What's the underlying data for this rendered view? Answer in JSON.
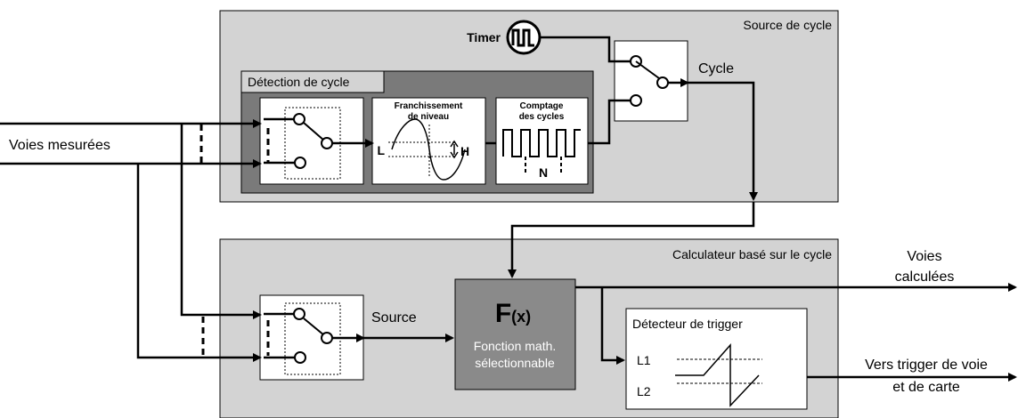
{
  "source_panel": {
    "title": "Source de cycle"
  },
  "timer": {
    "label": "Timer"
  },
  "cycle_output": {
    "label": "Cycle"
  },
  "detection_panel": {
    "title": "Détection de cycle"
  },
  "crossing_block": {
    "title_line1": "Franchissement",
    "title_line2": "de niveau",
    "low": "L",
    "high": "H"
  },
  "counting_block": {
    "title_line1": "Comptage",
    "title_line2": "des cycles",
    "n": "N"
  },
  "inputs": {
    "label": "Voies mesurées"
  },
  "calc_panel": {
    "title": "Calculateur basé sur le cycle"
  },
  "source_switch": {
    "label": "Source"
  },
  "function_block": {
    "symbol": "F",
    "args": "(x)",
    "line1": "Fonction math.",
    "line2": "sélectionnable"
  },
  "trigger_block": {
    "title": "Détecteur de trigger",
    "l1": "L1",
    "l2": "L2"
  },
  "outputs": {
    "calc_line1": "Voies",
    "calc_line2": "calculées",
    "trigger_line1": "Vers trigger de voie",
    "trigger_line2": "et de carte"
  },
  "colors": {
    "panel": "#d3d3d3",
    "inner_panel": "#7a7a7a",
    "function_block": "#8a8a8a",
    "line": "#000000"
  }
}
